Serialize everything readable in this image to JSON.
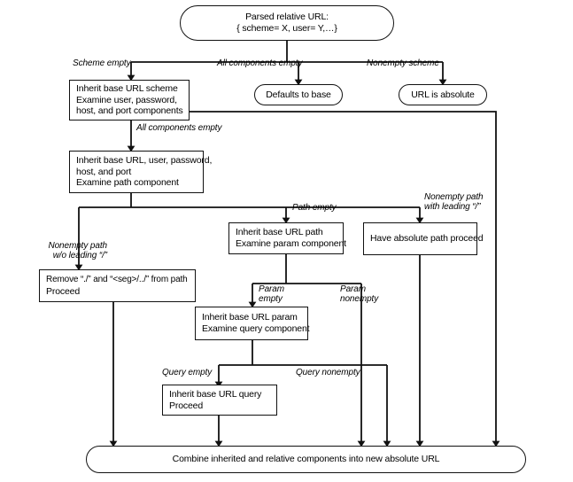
{
  "diagram": {
    "title": "Relative URL resolution flowchart",
    "nodes": {
      "start": {
        "shape": "terminator",
        "lines": [
          "Parsed relative URL:",
          "{ scheme= X, user= Y,…}"
        ]
      },
      "inherit_scheme": {
        "shape": "process",
        "lines": [
          "Inherit base URL scheme",
          "Examine user, password,",
          "host, and port components"
        ]
      },
      "defaults_to_base": {
        "shape": "terminator",
        "lines": [
          "Defaults to base"
        ]
      },
      "url_is_absolute": {
        "shape": "terminator",
        "lines": [
          "URL is absolute"
        ]
      },
      "inherit_authority": {
        "shape": "process",
        "lines": [
          "Inherit base URL, user, password,",
          "host, and port",
          "Examine path component"
        ]
      },
      "inherit_path": {
        "shape": "process",
        "lines": [
          "Inherit base URL path",
          "Examine param component"
        ]
      },
      "have_absolute_path": {
        "shape": "process",
        "lines": [
          "Have absolute path proceed"
        ]
      },
      "remove_dots": {
        "shape": "process",
        "lines": [
          "Remove “./” and “<seg>/../” from path",
          "Proceed"
        ]
      },
      "inherit_param": {
        "shape": "process",
        "lines": [
          "Inherit base URL param",
          "Examine query component"
        ]
      },
      "inherit_query": {
        "shape": "process",
        "lines": [
          "Inherit base URL query",
          "Proceed"
        ]
      },
      "combine": {
        "shape": "terminator",
        "lines": [
          "Combine inherited and relative components into new absolute URL"
        ]
      }
    },
    "edge_labels": {
      "scheme_empty": "Scheme empty",
      "all_components_empty_top": "All components empty",
      "nonempty_scheme": "Nonempty scheme",
      "all_components_empty_second": "All components empty",
      "path_empty": "Path empty",
      "nonempty_path_with_leading_l1": "Nonempty path",
      "nonempty_path_with_leading_l2": "with leading “/”",
      "nonempty_path_without_leading_l1": "Nonempty path",
      "nonempty_path_without_leading_l2": "w/o leading “/”",
      "param_empty_l1": "Param",
      "param_empty_l2": "empty",
      "param_nonempty_l1": "Param",
      "param_nonempty_l2": "nonempty",
      "query_empty": "Query empty",
      "query_nonempty": "Query nonempty"
    },
    "colors": {
      "stroke": "#111111",
      "background": "#ffffff",
      "text": "#000000"
    }
  }
}
